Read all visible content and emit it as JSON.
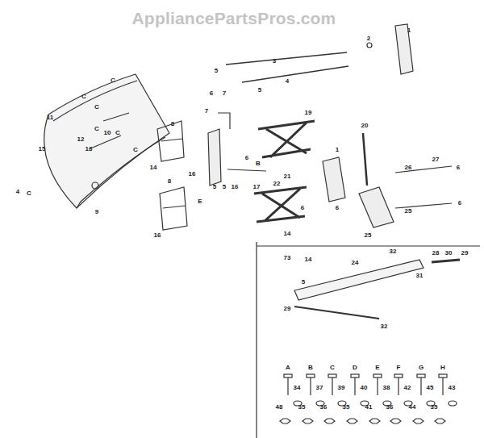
{
  "diagram": {
    "labels": [
      "AppliancePartsPros.com",
      "2",
      "1",
      "3",
      "5",
      "4",
      "5",
      "6",
      "7",
      "C",
      "C",
      "C",
      "11",
      "7",
      "10",
      "C",
      "12",
      "13",
      "C",
      "8",
      "19",
      "20",
      "15",
      "14",
      "C",
      "16",
      "6",
      "1",
      "5",
      "5",
      "16",
      "17",
      "B",
      "21",
      "26",
      "27",
      "6",
      "22",
      "6",
      "E",
      "4",
      "C",
      "8",
      "9",
      "25",
      "6",
      "6",
      "16",
      "14",
      "73",
      "14",
      "24",
      "32",
      "28",
      "30",
      "29",
      "31",
      "5",
      "29",
      "32",
      "25",
      "A",
      "B",
      "C",
      "D",
      "E",
      "F",
      "G",
      "H",
      "34",
      "37",
      "39",
      "40",
      "38",
      "42",
      "45",
      "43",
      "48",
      "35",
      "36",
      "35",
      "41",
      "36",
      "44",
      "35"
    ]
  }
}
